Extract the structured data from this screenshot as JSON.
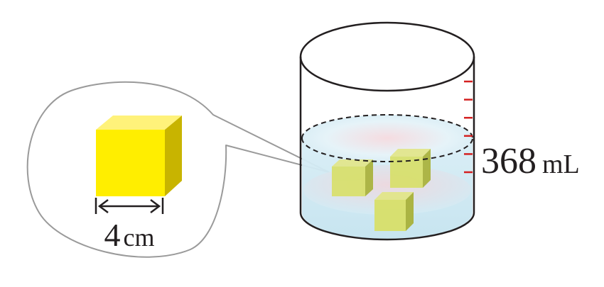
{
  "cube": {
    "size_number": "4",
    "size_unit": "cm"
  },
  "beaker": {
    "volume_number": "368",
    "volume_unit": "mL",
    "scale_tick_count": 6,
    "submerged_cube_count": 3
  },
  "colors": {
    "cube_front": "#ffee00",
    "cube_top": "#fff27a",
    "cube_side": "#c8b400",
    "water": "#cfe9f3",
    "scale_ticks": "#d42020",
    "outline": "#231f20",
    "callout_border": "#9a9a9a"
  }
}
